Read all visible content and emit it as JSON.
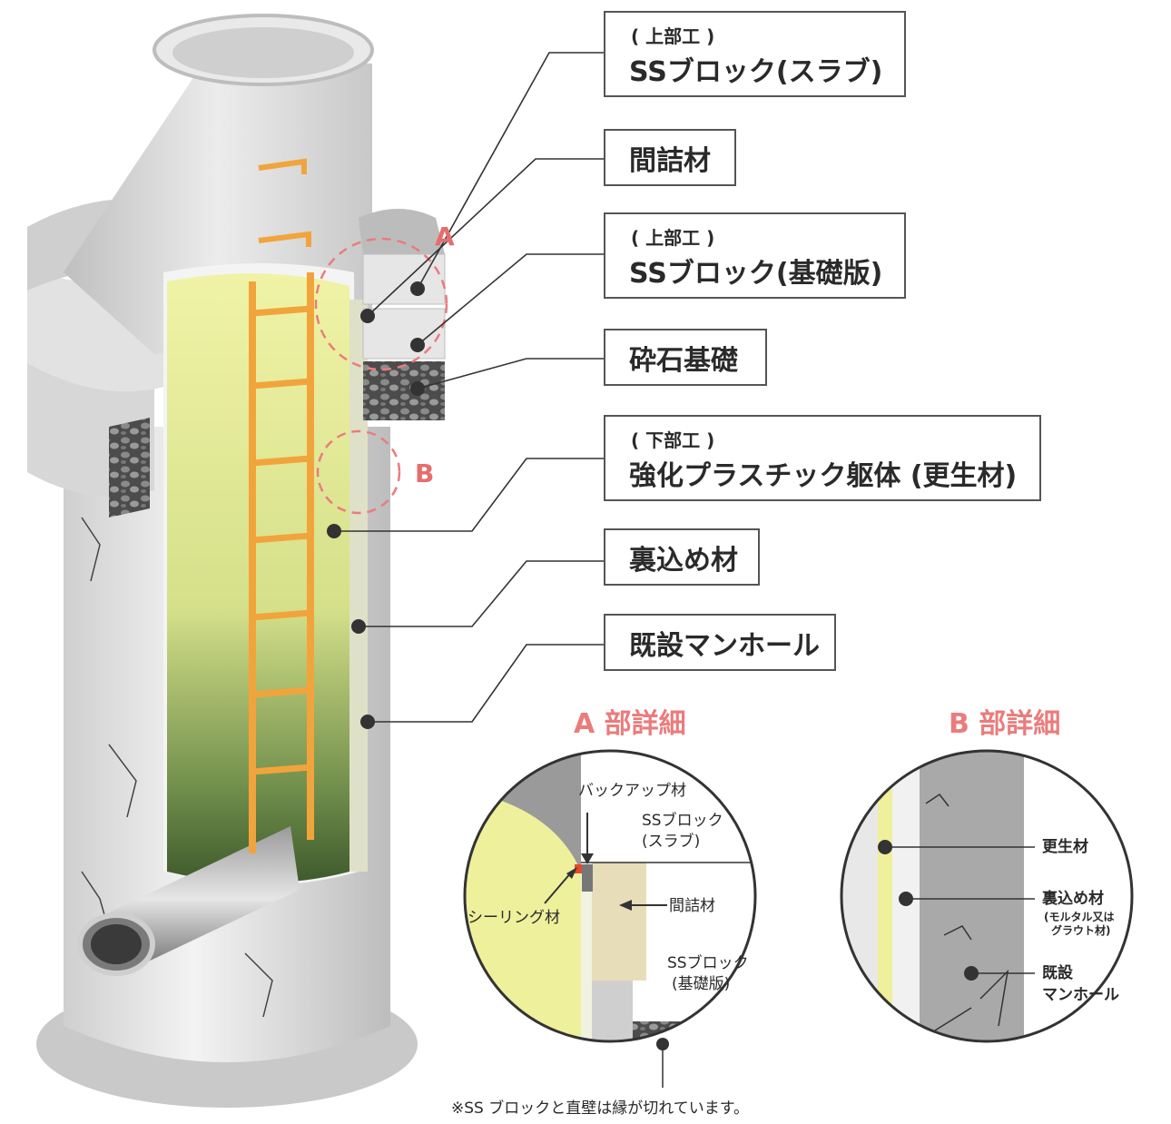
{
  "labels": {
    "slab_sub": "( 上部工 )",
    "slab_main": "SSブロック(スラブ)",
    "filler": "間詰材",
    "base_sub": "( 上部工 )",
    "base_main": "SSブロック(基礎版)",
    "gravel": "砕石基礎",
    "body_sub": "( 下部工 )",
    "body_main": "強化プラスチック躯体 (更生材)",
    "backfill": "裏込め材",
    "existing": "既設マンホール"
  },
  "markers": {
    "a": "A",
    "b": "B"
  },
  "detail_a": {
    "title": "A 部詳細",
    "backup": "バックアップ材",
    "slab_1": "SSブロック",
    "slab_2": "(スラブ)",
    "sealing": "シーリング材",
    "filler": "間詰材",
    "base_1": "SSブロック",
    "base_2": "(基礎版)"
  },
  "detail_b": {
    "title": "B 部詳細",
    "renewal": "更生材",
    "backfill": "裏込め材",
    "backfill_note_1": "(モルタル又は",
    "backfill_note_2": "グラウト材)",
    "existing_1": "既設",
    "existing_2": "マンホール"
  },
  "note": "※SS ブロックと直壁は縁が切れています。",
  "colors": {
    "label_border": "#555555",
    "accent": "#ea7c7c",
    "frp_yellow": "#eef0a0",
    "ladder": "#f2a43c",
    "concrete": "#d9d9d9",
    "wall": "#a9a9a9",
    "gravel": "#5d5d5d"
  }
}
